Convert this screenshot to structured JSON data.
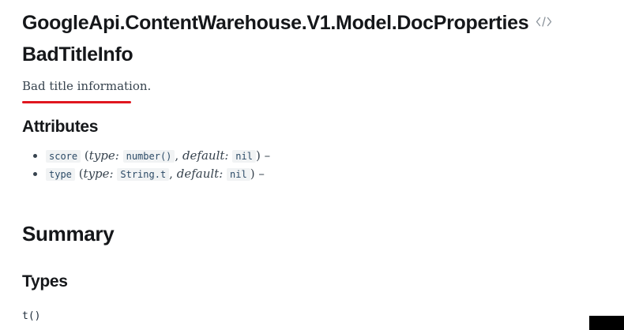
{
  "page": {
    "title_line1": "GoogleApi.ContentWarehouse.V1.Model.DocProperties",
    "title_line2": "BadTitleInfo",
    "description": "Bad title information."
  },
  "icons": {
    "view_source": "code-tag-icon"
  },
  "sections": {
    "attributes_heading": "Attributes",
    "summary_heading": "Summary",
    "types_heading": "Types"
  },
  "labels": {
    "paren_open": "(",
    "type": "type:",
    "comma": ",",
    "default": "default:",
    "paren_close": ")",
    "dash": "–"
  },
  "attributes": [
    {
      "name": "score",
      "type": "number()",
      "default": "nil"
    },
    {
      "name": "type",
      "type": "String.t",
      "default": "nil"
    }
  ],
  "types": [
    {
      "signature": "t()"
    }
  ],
  "colors": {
    "divider_red": "#e0161f",
    "code_bg": "#f1f3f4",
    "code_text": "#2b4a66",
    "heading_text": "#15171a",
    "body_text": "#37434e",
    "icon_gray": "#8f979e",
    "black_box": "#000000"
  }
}
